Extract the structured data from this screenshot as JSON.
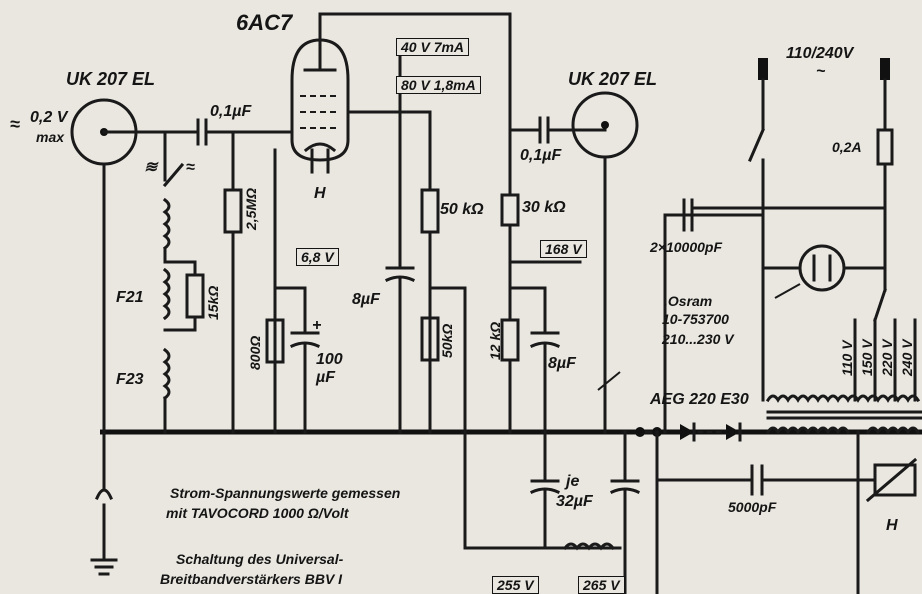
{
  "tube": {
    "name": "6AC7",
    "heater": "H"
  },
  "speaker_left": {
    "name": "UK 207 EL",
    "input_symbol": "≈",
    "voltage": "0,2 V",
    "max": "max"
  },
  "speaker_right": {
    "name": "UK 207 EL"
  },
  "switch_symbols": {
    "left": "≋",
    "right": "≈"
  },
  "components": {
    "c_in": "0,1µF",
    "c_out": "0,1µF",
    "r_grid": "2,5MΩ",
    "r_cathode": "800Ω",
    "c_cathode": "+",
    "c_cathode_val1": "100",
    "c_cathode_val2": "µF",
    "r_screen": "50 kΩ",
    "r_screen2": "50kΩ",
    "c_screen": "8µF",
    "r_plate": "30 kΩ",
    "r_plate2": "12 kΩ",
    "c_plate": "8µF",
    "coil_f21": "F21",
    "coil_f23": "F23",
    "r_coil": "15kΩ",
    "c_mains": "2×10000pF",
    "c_bottom": "5000pF",
    "c_filter_label1": "je",
    "c_filter_label2": "32µF",
    "rectifier": "AEG 220 E30",
    "pot_label": "H",
    "fuse": "0,2A"
  },
  "measurements": {
    "m40": "40 V 7mA",
    "m80": "80 V 1,8mA",
    "m68": "6,8 V",
    "m168": "168 V",
    "m255": "255 V",
    "m265": "265 V"
  },
  "mains": {
    "voltage": "110/240V",
    "ac": "~"
  },
  "lamp": {
    "line1": ".Osram",
    "line2": "10-753700",
    "line3": "210...230 V"
  },
  "taps": [
    "110 V",
    "150 V",
    "220 V",
    "240 V"
  ],
  "notes": {
    "measure1": "Strom-Spannungswerte gemessen",
    "measure2": "mit TAVOCORD  1000 Ω/Volt",
    "caption1": "Schaltung des Universal-",
    "caption2": "Breitbandverstärkers BBV I"
  }
}
